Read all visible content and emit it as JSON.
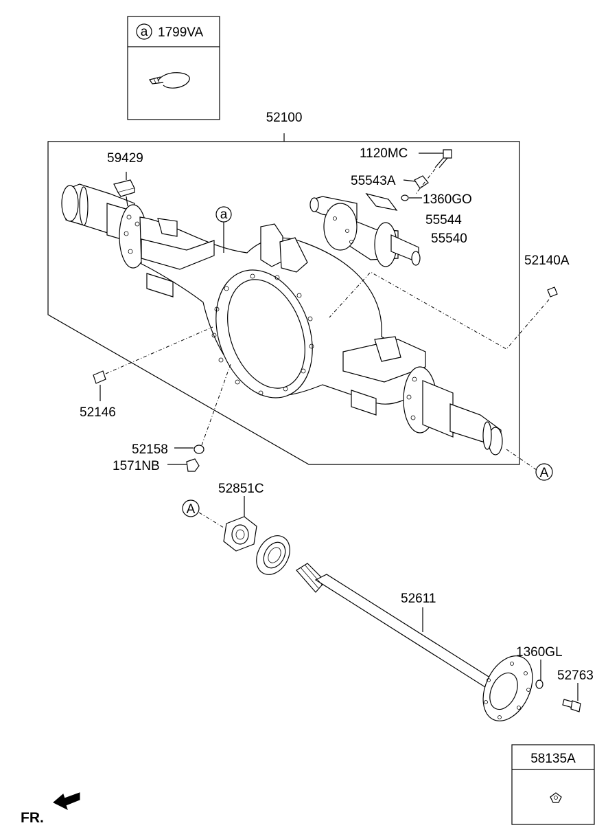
{
  "ref_box": {
    "circle_letter": "a",
    "part": "1799VA"
  },
  "callouts": {
    "housing": "52100",
    "bracket": "59429",
    "bolt": "1120MC",
    "bushing": "55543A",
    "nipple": "1360GO",
    "gasket": "55544",
    "hub": "55540",
    "plug": "52140A",
    "pin": "52146",
    "washer": "52158",
    "nut": "1571NB",
    "locknut": "52851C",
    "axle_shaft": "52611",
    "hub_washer": "1360GL",
    "hub_bolt": "52763"
  },
  "markers": {
    "a_main": "a",
    "A_top": "A",
    "A_bottom": "A"
  },
  "bottom_box": {
    "part": "58135A"
  },
  "front_indicator": "FR."
}
